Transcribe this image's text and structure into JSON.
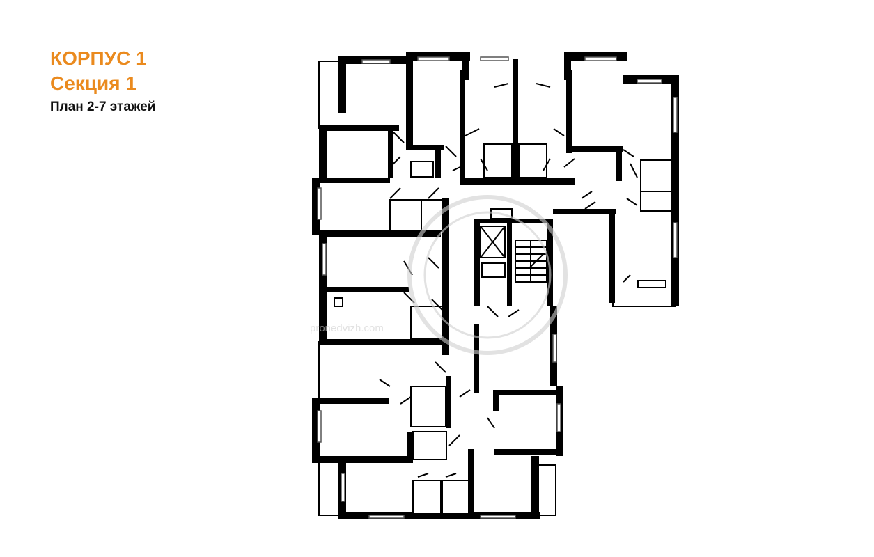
{
  "header": {
    "building": "КОРПУС 1",
    "section": "Секция 1",
    "floors": "План 2-7 этажей"
  },
  "watermark": {
    "text": "pronedvizh.com"
  },
  "colors": {
    "title_accent": "#ea8a1e",
    "subtitle": "#111111",
    "walls": "#000000",
    "watermark": "#cfcfcf"
  }
}
